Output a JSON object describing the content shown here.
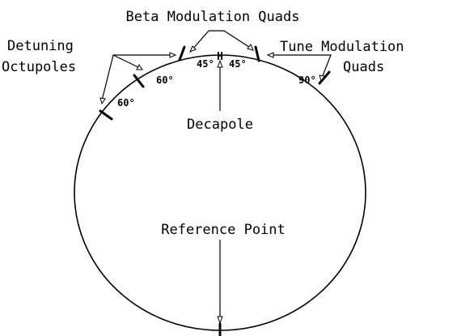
{
  "labels": {
    "beta_modulation_quads": "Beta Modulation Quads",
    "detuning": "Detuning",
    "octupoles": "Octupoles",
    "tune_modulation": "Tune Modulation",
    "quads": "Quads",
    "decapole": "Decapole",
    "reference_point": "Reference Point",
    "decapole_marker": "H"
  },
  "angles": {
    "octupole_lower": "60°",
    "octupole_upper": "60°",
    "beta_left": "45°",
    "beta_right": "45°",
    "tune": "90°"
  }
}
